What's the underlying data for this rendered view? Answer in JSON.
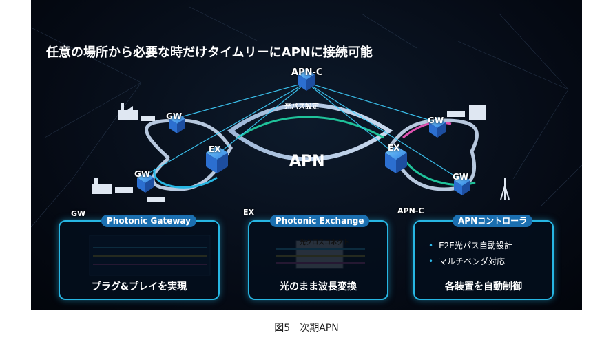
{
  "headline": "任意の場所から必要な時だけタイムリーにAPNに接続可能",
  "network": {
    "controller_label": "APN-C",
    "controller_sublabel": "光パス設定",
    "center_label": "APN",
    "gw_label": "GW",
    "ex_label": "EX"
  },
  "cards": [
    {
      "badge": "GW",
      "title": "Photonic Gateway",
      "bottom": "プラグ&プレイを実現"
    },
    {
      "badge": "EX",
      "title": "Photonic Exchange",
      "inner_label": "光クロスコネクト",
      "bottom": "光のまま波長変換"
    },
    {
      "badge": "APN-C",
      "title": "APNコントローラ",
      "bullets": [
        "E2E光パス自動設計",
        "マルチベンダ対応"
      ],
      "bottom": "各装置を自動制御"
    }
  ],
  "caption": "図5　次期APN",
  "colors": {
    "accent": "#27b6e3",
    "cube": "#3aa7ff",
    "ring_green": "#1fc29a",
    "ring_pink": "#e052b0"
  }
}
